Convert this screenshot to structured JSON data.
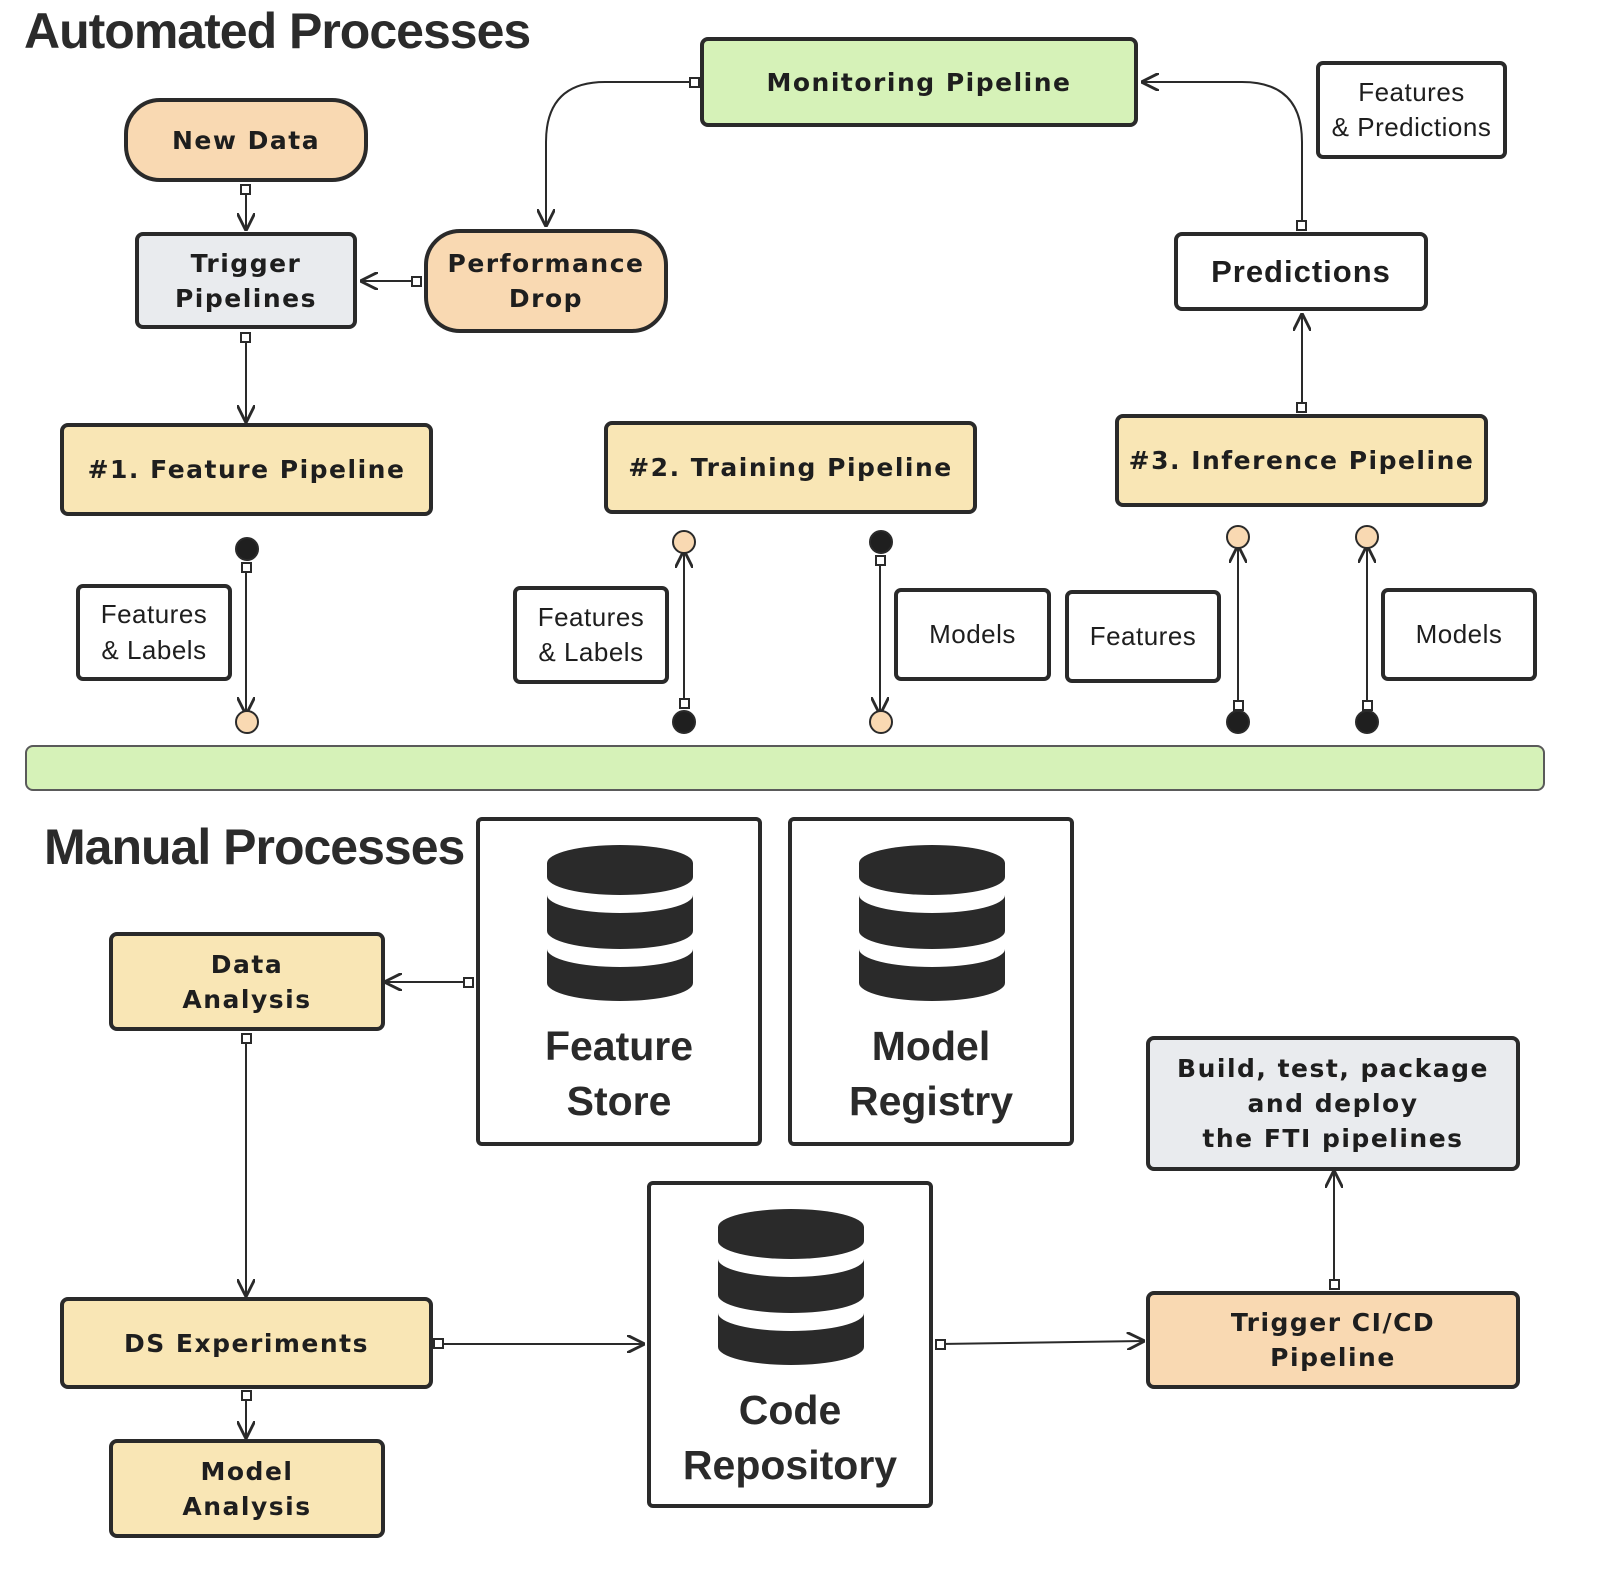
{
  "sections": {
    "automated_title": "Automated Processes",
    "manual_title": "Manual Processes"
  },
  "automated": {
    "new_data": "New Data",
    "trigger_pipelines": "Trigger\nPipelines",
    "performance_drop": "Performance\nDrop",
    "monitoring_pipeline": "Monitoring Pipeline",
    "features_predictions": "Features\n& Predictions",
    "predictions": "Predictions",
    "feature_pipeline": "#1. Feature Pipeline",
    "training_pipeline": "#2. Training Pipeline",
    "inference_pipeline": "#3. Inference Pipeline",
    "labels": {
      "feature_features_labels": "Features\n& Labels",
      "training_features_labels": "Features\n& Labels",
      "training_models": "Models",
      "inference_features": "Features",
      "inference_models": "Models"
    }
  },
  "manual": {
    "data_analysis": "Data\nAnalysis",
    "ds_experiments": "DS Experiments",
    "model_analysis": "Model\nAnalysis",
    "feature_store": "Feature\nStore",
    "model_registry": "Model\nRegistry",
    "code_repository": "Code\nRepository",
    "build_test_deploy": "Build, test, package\nand deploy\nthe FTI pipelines",
    "trigger_cicd": "Trigger CI/CD\nPipeline"
  },
  "colors": {
    "yellow": "#f9e6b5",
    "peach": "#f9d9b2",
    "green": "#d6f2b8",
    "gray": "#e9ebee",
    "outline": "#2a2a2a"
  }
}
